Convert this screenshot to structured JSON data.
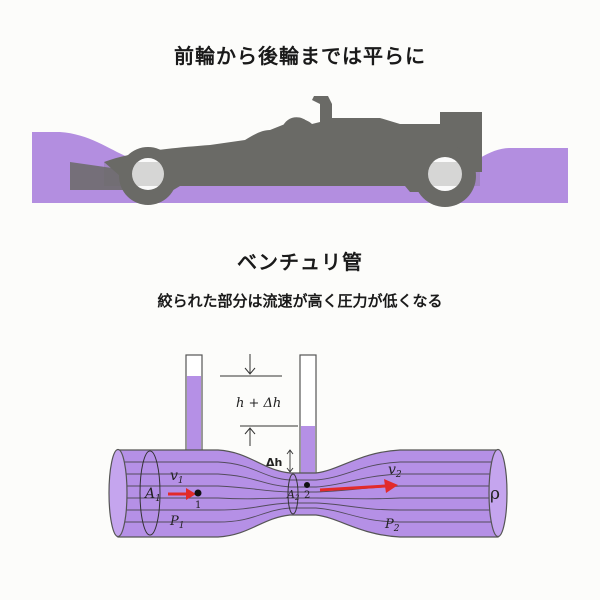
{
  "heading_top": "前輪から後輪までは平らに",
  "heading_venturi": "ベンチュリ管",
  "subheading": "絞られた部分は流速が高く圧力が低くなる",
  "diagram_labels": {
    "height_label": "h + Δh",
    "delta_h": "Δh",
    "v1": "v",
    "v1_sub": "1",
    "v2": "v",
    "v2_sub": "2",
    "a1": "A",
    "a1_sub": "1",
    "a2": "A",
    "a2_sub": "2",
    "p1": "P",
    "p1_sub": "1",
    "p2": "P",
    "p2_sub": "2",
    "point1": "1",
    "point2": "2",
    "rho": "ρ"
  },
  "colors": {
    "accent_purple": "#b38ee0",
    "tube_purple": "#b590e6",
    "car_gray": "#6a6a66",
    "arrow_red": "#e22a2a"
  }
}
